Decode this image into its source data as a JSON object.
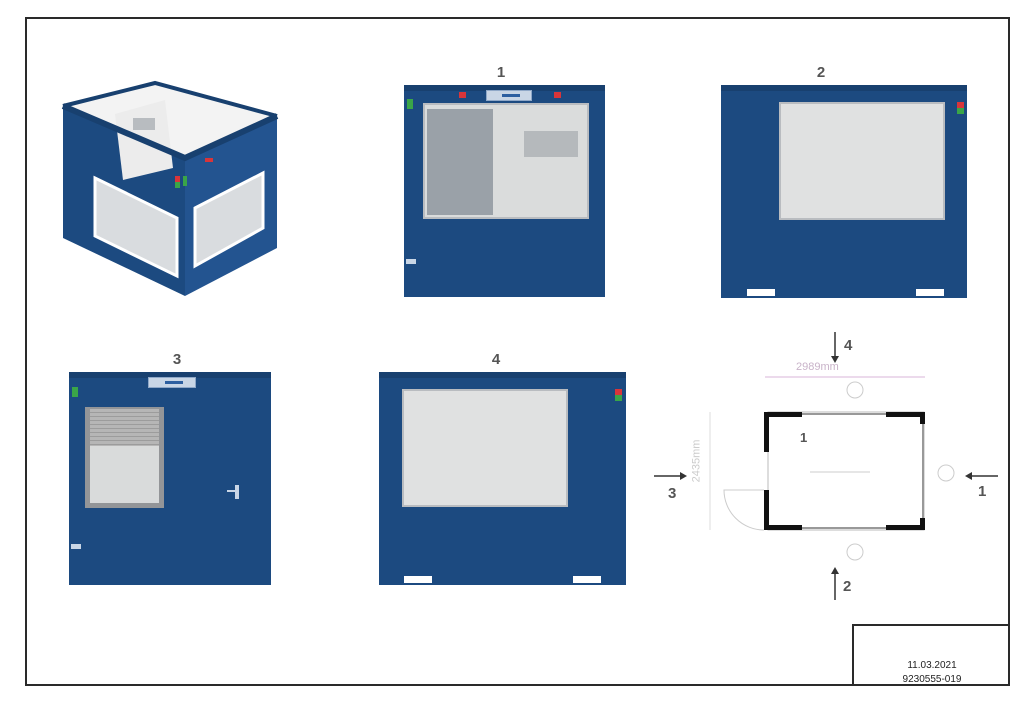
{
  "drawing": {
    "date": "11.03.2021",
    "drawing_number": "9230555-019"
  },
  "views": [
    {
      "id": "iso",
      "label": "",
      "description": "3D isometric view of blue container with glazed walls"
    },
    {
      "id": "view1",
      "label": "1",
      "description": "Side 1 elevation: door + window"
    },
    {
      "id": "view2",
      "label": "2",
      "description": "Side 2 elevation: large window"
    },
    {
      "id": "view3",
      "label": "3",
      "description": "Side 3 elevation: shuttered window + door"
    },
    {
      "id": "view4",
      "label": "4",
      "description": "Side 4 elevation: large window"
    }
  ],
  "plan": {
    "width_dim": "2989mm",
    "depth_dim": "2435mm",
    "room_label": "1",
    "arrows": [
      {
        "label": "4",
        "direction": "down"
      },
      {
        "label": "1",
        "direction": "left"
      },
      {
        "label": "3",
        "direction": "right"
      },
      {
        "label": "2",
        "direction": "up"
      }
    ]
  },
  "colors": {
    "container_blue": "#1c4a80",
    "glass": "#e0e1e1",
    "light_red": "#d8353a",
    "light_green": "#3aa548",
    "frame_line": "#2a2a2a"
  }
}
